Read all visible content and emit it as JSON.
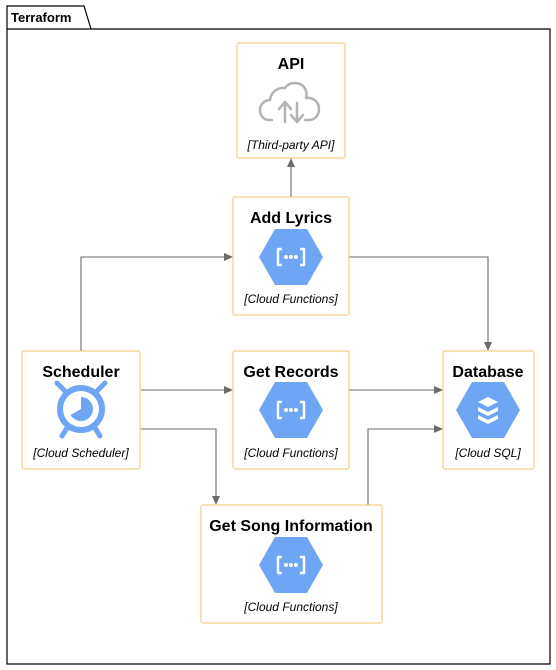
{
  "frame": {
    "label": "Terraform"
  },
  "nodes": {
    "api": {
      "title": "API",
      "tech": "[Third-party API]",
      "icon": "cloud-upload-download-icon"
    },
    "add_lyrics": {
      "title": "Add Lyrics",
      "tech": "[Cloud Functions]",
      "icon": "cloud-functions-icon"
    },
    "scheduler": {
      "title": "Scheduler",
      "tech": "[Cloud Scheduler]",
      "icon": "cloud-scheduler-icon"
    },
    "get_records": {
      "title": "Get Records",
      "tech": "[Cloud Functions]",
      "icon": "cloud-functions-icon"
    },
    "database": {
      "title": "Database",
      "tech": "[Cloud SQL]",
      "icon": "cloud-sql-icon"
    },
    "get_song_information": {
      "title": "Get Song Information",
      "tech": "[Cloud Functions]",
      "icon": "cloud-functions-icon"
    }
  },
  "edges": [
    {
      "from": "add_lyrics",
      "to": "api"
    },
    {
      "from": "scheduler",
      "to": "add_lyrics"
    },
    {
      "from": "scheduler",
      "to": "get_records"
    },
    {
      "from": "scheduler",
      "to": "get_song_information"
    },
    {
      "from": "add_lyrics",
      "to": "database"
    },
    {
      "from": "get_records",
      "to": "database"
    },
    {
      "from": "get_song_information",
      "to": "database"
    }
  ],
  "colors": {
    "node_border": "#f2c46b",
    "gcp_blue": "#6ea6f5",
    "gcp_icon_white": "#ffffff",
    "edge": "#6b6b6b",
    "api_icon": "#b3b3b3"
  }
}
